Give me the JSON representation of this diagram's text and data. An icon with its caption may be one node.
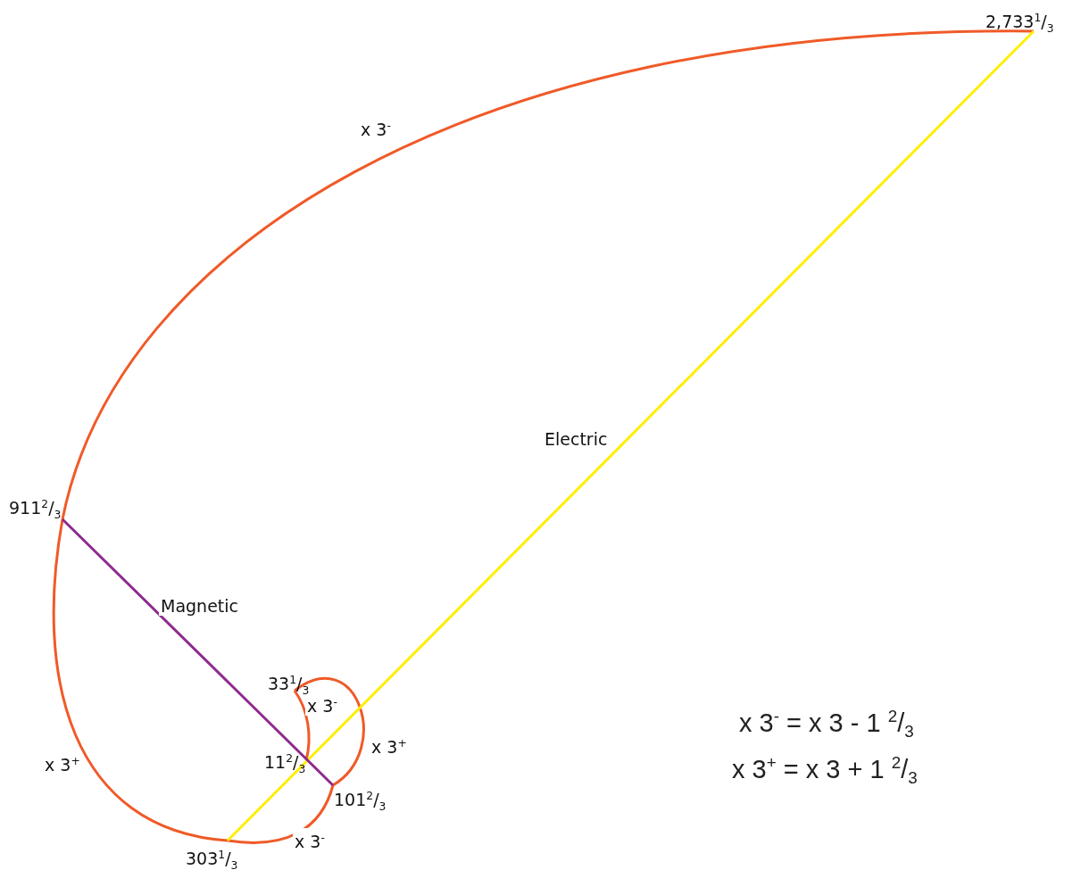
{
  "diagram": {
    "nodes": [
      {
        "text": [
          "2,733$^{1}$/$_{3}$"
        ]
      },
      {
        "text": [
          "911$^{2}$/$_{3}$"
        ]
      },
      {
        "text": [
          "33$^{1}$/$_{3}$"
        ]
      },
      {
        "text": [
          "11$^{2}$/$_{3}$"
        ]
      },
      {
        "text": [
          "101$^{2}$/$_{3}$"
        ]
      },
      {
        "text": [
          "303$^{1}$/$_{3}$"
        ]
      }
    ],
    "edges": [
      {
        "from": 3,
        "to": 2,
        "arrow": "none",
        "label": "x 3$^{-}$"
      },
      {
        "from": 2,
        "to": 4,
        "arrow": "none",
        "label": "x 3$^{+}$"
      },
      {
        "from": 4,
        "to": 5,
        "arrow": "none",
        "label": "x 3$^{-}$"
      },
      {
        "from": 5,
        "to": 1,
        "arrow": "none",
        "label": "x 3$^{+}$"
      },
      {
        "from": 1,
        "to": 0,
        "arrow": "none",
        "label": "x 3$^{-}$"
      },
      {
        "from": 0,
        "to": 5,
        "arrow": "none",
        "label": "Electric",
        "color": "#ffee00"
      },
      {
        "from": 1,
        "to": 4,
        "arrow": "none",
        "label": "Magnetic",
        "color": "#8e2a8e"
      }
    ],
    "labels": [
      "x 3$^{-}$ = x 3 - 1 $^{2}$/$_{3}$",
      "x 3$^{+}$ = x 3 + 1 $^{2}$/$_{3}$"
    ]
  }
}
